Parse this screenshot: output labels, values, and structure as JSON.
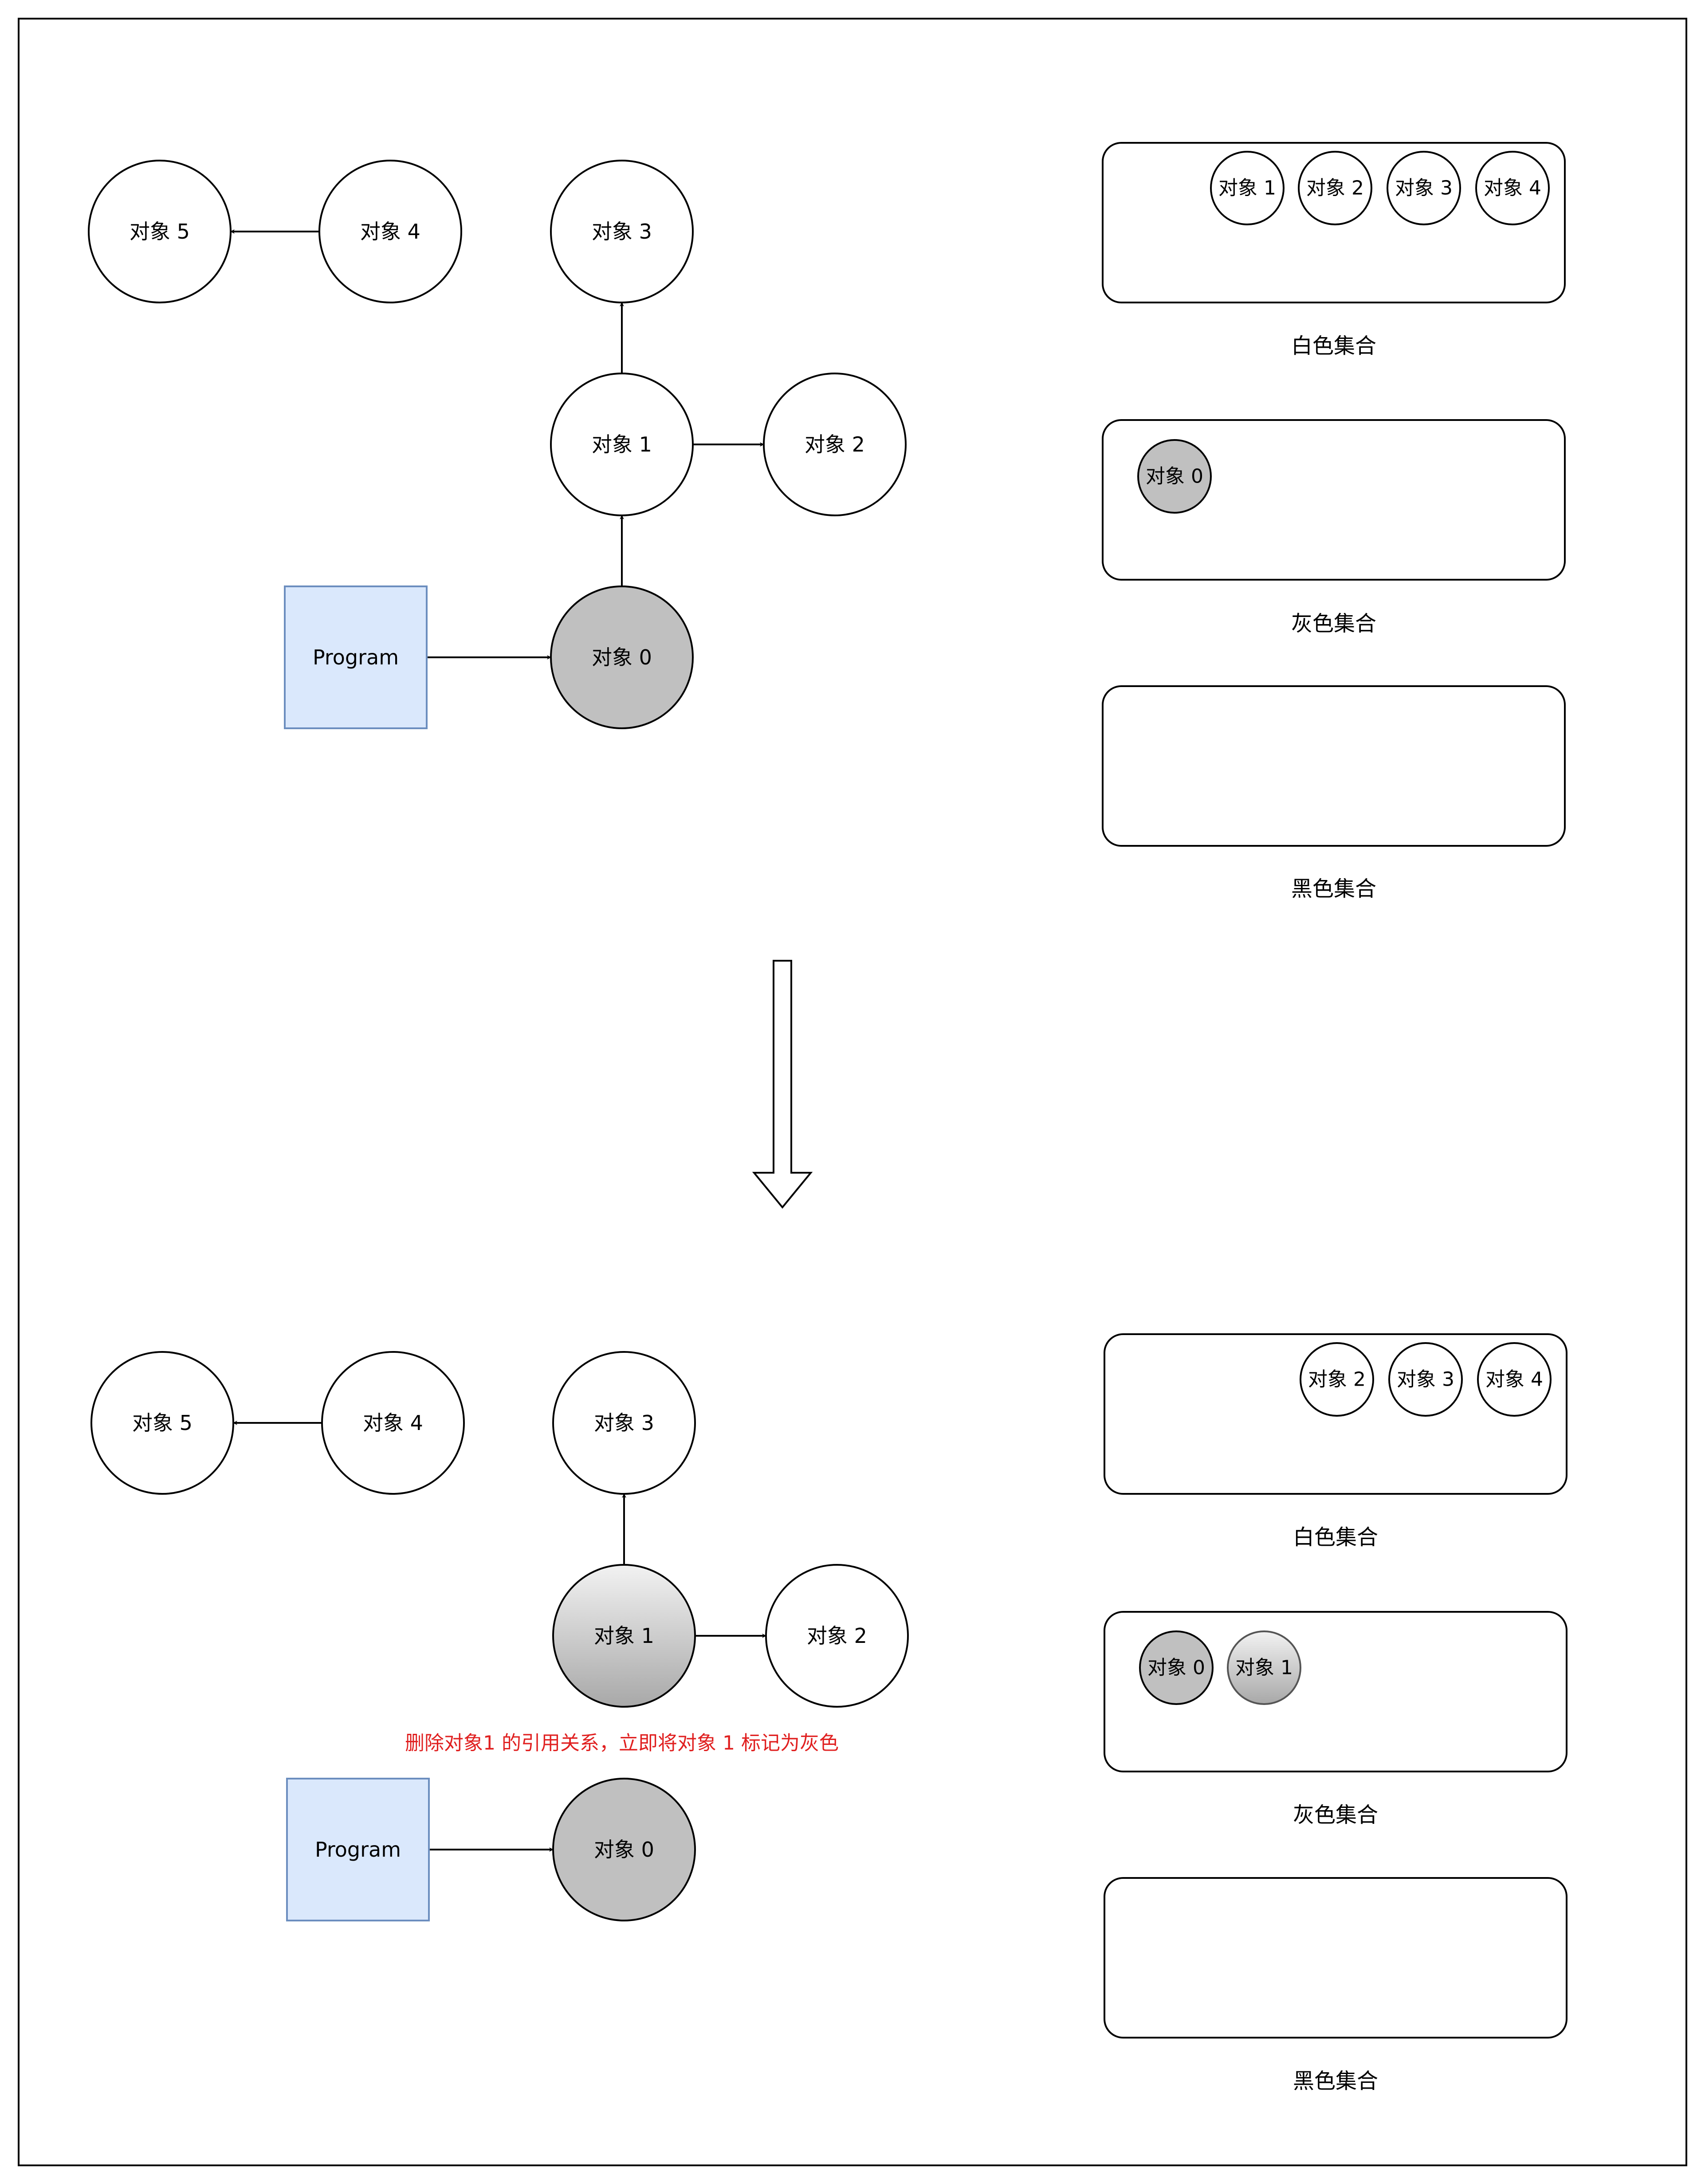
{
  "colors": {
    "node_fill": "#ffffff",
    "gray_fill": "#c0c0c0",
    "program_fill": "#dae8fc",
    "program_stroke": "#6c8ebf",
    "note_color": "#e02020",
    "stroke": "#000000"
  },
  "before": {
    "program": "Program",
    "obj0": "对象 0",
    "obj1": "对象 1",
    "obj2": "对象 2",
    "obj3": "对象 3",
    "obj4": "对象 4",
    "obj5": "对象 5",
    "sets": {
      "white": {
        "label": "白色集合",
        "items": [
          "对象 1",
          "对象 2",
          "对象 3",
          "对象 4"
        ]
      },
      "gray": {
        "label": "灰色集合",
        "items": [
          "对象 0"
        ]
      },
      "black": {
        "label": "黑色集合",
        "items": []
      }
    }
  },
  "after": {
    "program": "Program",
    "obj0": "对象 0",
    "obj1": "对象 1",
    "obj2": "对象 2",
    "obj3": "对象 3",
    "obj4": "对象 4",
    "obj5": "对象 5",
    "note": "删除对象1 的引用关系，立即将对象 1 标记为灰色",
    "sets": {
      "white": {
        "label": "白色集合",
        "items": [
          "对象 2",
          "对象 3",
          "对象 4"
        ]
      },
      "gray": {
        "label": "灰色集合",
        "items": [
          "对象 0",
          "对象 1"
        ]
      },
      "black": {
        "label": "黑色集合",
        "items": []
      }
    }
  }
}
